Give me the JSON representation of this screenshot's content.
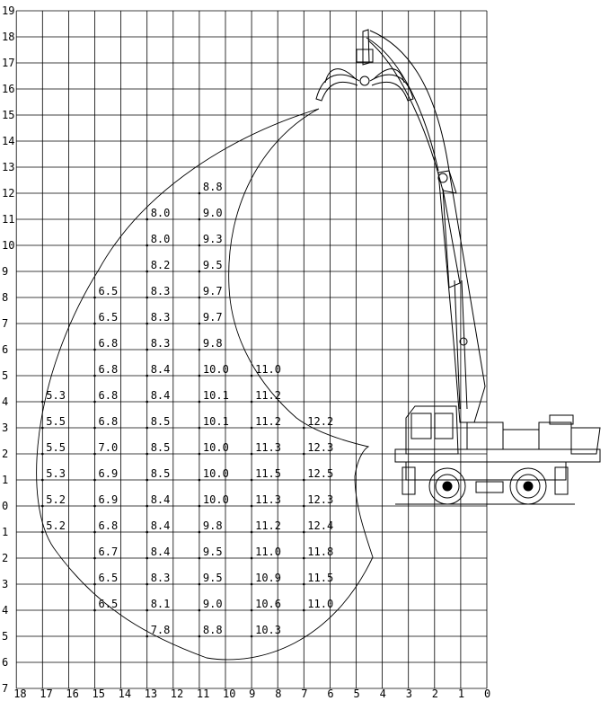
{
  "chart_data": {
    "type": "table",
    "x_axis": {
      "range": [
        18,
        0
      ],
      "tick_labels": [
        "18",
        "17",
        "16",
        "15",
        "14",
        "13",
        "12",
        "11",
        "10",
        "9",
        "8",
        "7",
        "6",
        "5",
        "4",
        "3",
        "2",
        "1",
        "0"
      ]
    },
    "y_axis": {
      "range": [
        -7,
        19
      ],
      "tick_labels": [
        "19",
        "18",
        "17",
        "16",
        "15",
        "14",
        "13",
        "12",
        "11",
        "10",
        "9",
        "8",
        "7",
        "6",
        "5",
        "4",
        "3",
        "2",
        "1",
        "0",
        "1",
        "2",
        "3",
        "4",
        "5",
        "6",
        "7"
      ]
    },
    "grid": true,
    "columns": [
      {
        "x": 17,
        "points": [
          {
            "y": 4,
            "value": "5.3"
          },
          {
            "y": 3,
            "value": "5.5"
          },
          {
            "y": 2,
            "value": "5.5"
          },
          {
            "y": 1,
            "value": "5.3"
          },
          {
            "y": 0,
            "value": "5.2"
          },
          {
            "y": -1,
            "value": "5.2"
          }
        ]
      },
      {
        "x": 15,
        "points": [
          {
            "y": 8,
            "value": "6.5"
          },
          {
            "y": 7,
            "value": "6.5"
          },
          {
            "y": 6,
            "value": "6.8"
          },
          {
            "y": 5,
            "value": "6.8"
          },
          {
            "y": 4,
            "value": "6.8"
          },
          {
            "y": 3,
            "value": "6.8"
          },
          {
            "y": 2,
            "value": "7.0"
          },
          {
            "y": 1,
            "value": "6.9"
          },
          {
            "y": 0,
            "value": "6.9"
          },
          {
            "y": -1,
            "value": "6.8"
          },
          {
            "y": -2,
            "value": "6.7"
          },
          {
            "y": -3,
            "value": "6.5"
          },
          {
            "y": -4,
            "value": "6.5"
          }
        ]
      },
      {
        "x": 13,
        "points": [
          {
            "y": 11,
            "value": "8.0"
          },
          {
            "y": 10,
            "value": "8.0"
          },
          {
            "y": 9,
            "value": "8.2"
          },
          {
            "y": 8,
            "value": "8.3"
          },
          {
            "y": 7,
            "value": "8.3"
          },
          {
            "y": 6,
            "value": "8.3"
          },
          {
            "y": 5,
            "value": "8.4"
          },
          {
            "y": 4,
            "value": "8.4"
          },
          {
            "y": 3,
            "value": "8.5"
          },
          {
            "y": 2,
            "value": "8.5"
          },
          {
            "y": 1,
            "value": "8.5"
          },
          {
            "y": 0,
            "value": "8.4"
          },
          {
            "y": -1,
            "value": "8.4"
          },
          {
            "y": -2,
            "value": "8.4"
          },
          {
            "y": -3,
            "value": "8.3"
          },
          {
            "y": -4,
            "value": "8.1"
          },
          {
            "y": -5,
            "value": "7.8"
          }
        ]
      },
      {
        "x": 11,
        "points": [
          {
            "y": 12,
            "value": "8.8"
          },
          {
            "y": 11,
            "value": "9.0"
          },
          {
            "y": 10,
            "value": "9.3"
          },
          {
            "y": 9,
            "value": "9.5"
          },
          {
            "y": 8,
            "value": "9.7"
          },
          {
            "y": 7,
            "value": "9.7"
          },
          {
            "y": 6,
            "value": "9.8"
          },
          {
            "y": 5,
            "value": "10.0"
          },
          {
            "y": 4,
            "value": "10.1"
          },
          {
            "y": 3,
            "value": "10.1"
          },
          {
            "y": 2,
            "value": "10.0"
          },
          {
            "y": 1,
            "value": "10.0"
          },
          {
            "y": 0,
            "value": "10.0"
          },
          {
            "y": -1,
            "value": "9.8"
          },
          {
            "y": -2,
            "value": "9.5"
          },
          {
            "y": -3,
            "value": "9.5"
          },
          {
            "y": -4,
            "value": "9.0"
          },
          {
            "y": -5,
            "value": "8.8"
          }
        ]
      },
      {
        "x": 9,
        "points": [
          {
            "y": 5,
            "value": "11.0"
          },
          {
            "y": 4,
            "value": "11.2"
          },
          {
            "y": 3,
            "value": "11.2"
          },
          {
            "y": 2,
            "value": "11.3"
          },
          {
            "y": 1,
            "value": "11.5"
          },
          {
            "y": 0,
            "value": "11.3"
          },
          {
            "y": -1,
            "value": "11.2"
          },
          {
            "y": -2,
            "value": "11.0"
          },
          {
            "y": -3,
            "value": "10.9"
          },
          {
            "y": -4,
            "value": "10.6"
          },
          {
            "y": -5,
            "value": "10.3"
          }
        ]
      },
      {
        "x": 7,
        "points": [
          {
            "y": 3,
            "value": "12.2"
          },
          {
            "y": 2,
            "value": "12.3"
          },
          {
            "y": 1,
            "value": "12.5"
          },
          {
            "y": 0,
            "value": "12.3"
          },
          {
            "y": -1,
            "value": "12.4"
          },
          {
            "y": -2,
            "value": "11.8"
          },
          {
            "y": -3,
            "value": "11.5"
          },
          {
            "y": -4,
            "value": "11.0"
          }
        ]
      }
    ]
  }
}
